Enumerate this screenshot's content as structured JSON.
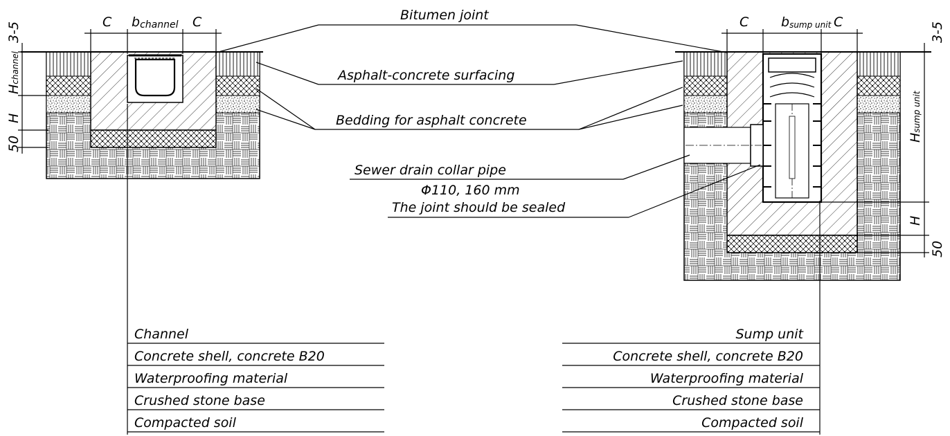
{
  "callouts": {
    "bitumen_joint": "Bitumen joint",
    "asphalt_surfacing": "Asphalt-concrete surfacing",
    "bedding": "Bedding for asphalt concrete",
    "sewer_pipe": "Sewer drain collar pipe",
    "pipe_size": "Φ110, 160 mm",
    "joint_sealed": "The joint should be sealed"
  },
  "left_legend": {
    "items": [
      "Channel",
      "Concrete shell, concrete B20",
      "Waterproofing material",
      "Crushed stone base",
      "Compacted soil"
    ]
  },
  "right_legend": {
    "items": [
      "Sump unit",
      "Concrete shell, concrete B20",
      "Waterproofing material",
      "Crushed stone base",
      "Compacted soil"
    ]
  },
  "dimensions": {
    "c": "C",
    "b": "b",
    "b_channel_sub": "channel",
    "b_sump_sub": "sump unit",
    "h": "H",
    "h_channel_sub": "channel",
    "h_sump_sub": "sump unit",
    "three_five": "3-5",
    "fifty": "50"
  }
}
